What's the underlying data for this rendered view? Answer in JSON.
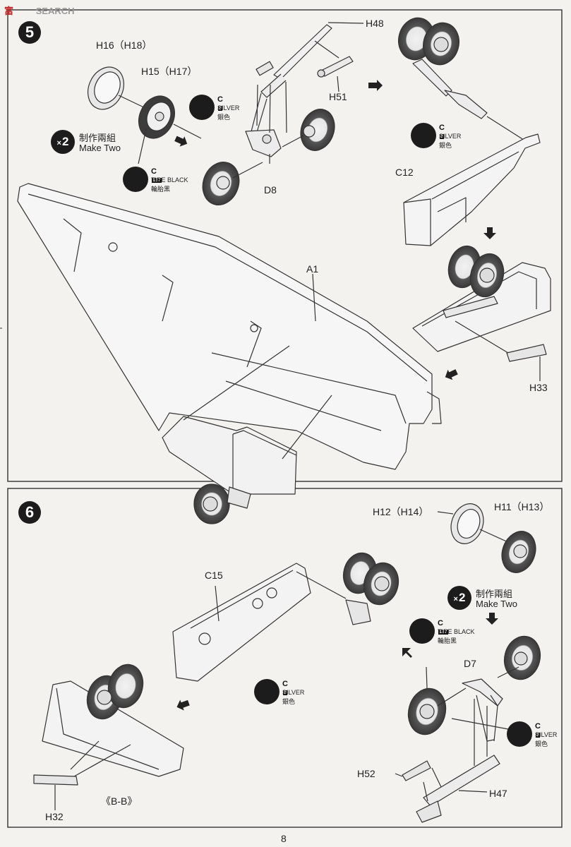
{
  "watermark": {
    "brand": "富",
    "text": "SEARCH"
  },
  "page_number": "8",
  "step5": {
    "number": "5",
    "make_two": {
      "multiplier": "2",
      "cn": "制作兩組",
      "en": "Make Two"
    },
    "paints": [
      {
        "code": "C",
        "index": "8",
        "en": "SILVER",
        "cn": "銀色"
      },
      {
        "code": "C",
        "index": "137",
        "en": "TIRE BLACK",
        "cn": "輪胎黑"
      },
      {
        "code": "C",
        "index": "8",
        "en": "SILVER",
        "cn": "銀色"
      }
    ],
    "labels": {
      "h16": "H16（H18）",
      "h15": "H15（H17）",
      "h48": "H48",
      "h51": "H51",
      "d8": "D8",
      "c12": "C12",
      "a1": "A1",
      "h33": "H33"
    }
  },
  "step6": {
    "number": "6",
    "make_two": {
      "multiplier": "2",
      "cn": "制作兩組",
      "en": "Make Two"
    },
    "paints": [
      {
        "code": "C",
        "index": "137",
        "en": "TIRE BLACK",
        "cn": "輪胎黑"
      },
      {
        "code": "C",
        "index": "8",
        "en": "SILVER",
        "cn": "銀色"
      },
      {
        "code": "C",
        "index": "8",
        "en": "SILVER",
        "cn": "銀色"
      }
    ],
    "labels": {
      "h12": "H12（H14）",
      "h11": "H11（H13）",
      "c15": "C15",
      "d7": "D7",
      "h52": "H52",
      "h47": "H47",
      "h32": "H32",
      "section": "《B-B》"
    }
  }
}
